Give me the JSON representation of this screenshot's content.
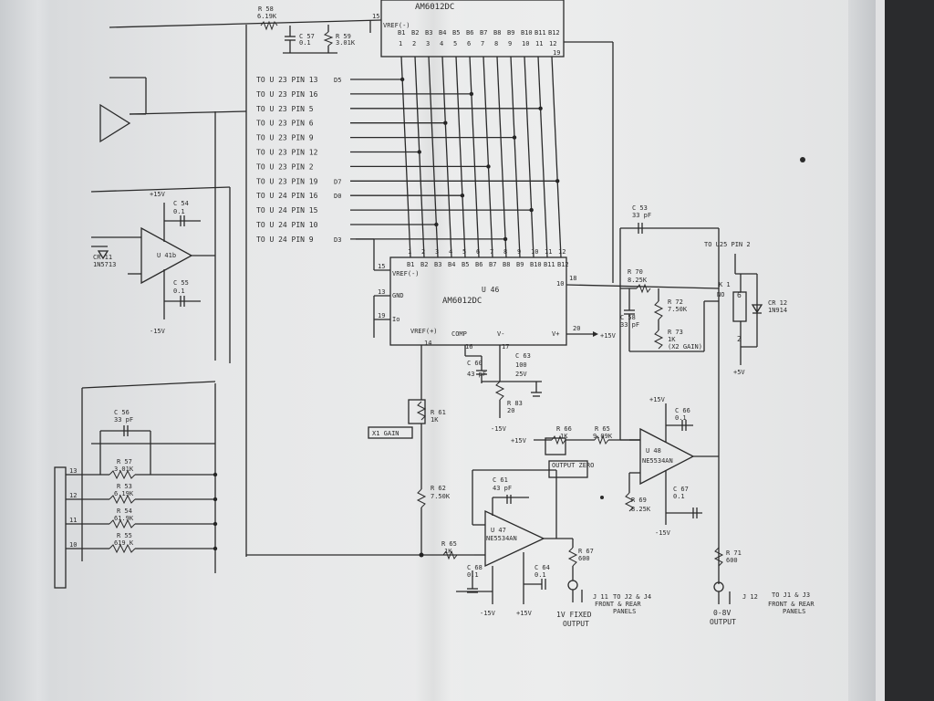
{
  "chip_top": {
    "name": "AM6012DC",
    "vref": "VREF(-)",
    "pin15": "15",
    "pin19": "19",
    "bits": [
      "B1",
      "B2",
      "B3",
      "B4",
      "B5",
      "B6",
      "B7",
      "B8",
      "B9",
      "B10",
      "B11",
      "B12"
    ],
    "pins": [
      "1",
      "2",
      "3",
      "4",
      "5",
      "6",
      "7",
      "8",
      "9",
      "10",
      "11",
      "12"
    ]
  },
  "chip_u46": {
    "ref": "U 46",
    "name": "AM6012DC",
    "vref_minus": "VREF(-)",
    "gnd": "GND",
    "io": "Io",
    "vref_plus": "VREF(+)",
    "comp": "COMP",
    "vminus": "V-",
    "vplus": "V+",
    "pin15": "15",
    "pin13": "13",
    "pin19": "19",
    "pin14": "14",
    "pin16": "16",
    "pin17": "17",
    "pin18": "18",
    "pin20": "20",
    "pin10": "10",
    "bits": [
      "B1",
      "B2",
      "B3",
      "B4",
      "B5",
      "B6",
      "B7",
      "B8",
      "B9",
      "B10",
      "B11",
      "B12"
    ],
    "pins": [
      "1",
      "2",
      "3",
      "4",
      "5",
      "6",
      "7",
      "8",
      "9",
      "10",
      "11",
      "12"
    ]
  },
  "connections": [
    {
      "label": "TO U 23 PIN 13",
      "sig": "D5"
    },
    {
      "label": "TO U 23 PIN 16",
      "sig": ""
    },
    {
      "label": "TO U 23 PIN 5",
      "sig": ""
    },
    {
      "label": "TO U 23 PIN 6",
      "sig": ""
    },
    {
      "label": "TO U 23 PIN 9",
      "sig": ""
    },
    {
      "label": "TO U 23 PIN 12",
      "sig": ""
    },
    {
      "label": "TO U 23 PIN 2",
      "sig": ""
    },
    {
      "label": "TO U 23 PIN 19",
      "sig": "D7"
    },
    {
      "label": "TO U 24 PIN 16",
      "sig": "D0"
    },
    {
      "label": "TO U 24 PIN 15",
      "sig": ""
    },
    {
      "label": "TO U 24 PIN 10",
      "sig": ""
    },
    {
      "label": "TO U 24 PIN 9",
      "sig": "D3"
    }
  ],
  "components": {
    "r58": {
      "ref": "R 58",
      "val": "6.19K"
    },
    "c57": {
      "ref": "C 57",
      "val": "0.1"
    },
    "r59": {
      "ref": "R 59",
      "val": "3.01K"
    },
    "c54": {
      "ref": "C 54",
      "val": "0.1"
    },
    "c55": {
      "ref": "C 55",
      "val": "0.1"
    },
    "u41": {
      "ref": "U 41b"
    },
    "cr11": {
      "ref": "CR 11",
      "val": "1N5713"
    },
    "c56": {
      "ref": "C 56",
      "val": "33 pF"
    },
    "r57": {
      "ref": "R 57",
      "val": "3.01K"
    },
    "r53": {
      "ref": "R 53",
      "val": "6.19K"
    },
    "r54": {
      "ref": "R 54",
      "val": "61.9K"
    },
    "r55": {
      "ref": "R 55",
      "val": "619 K"
    },
    "c53": {
      "ref": "C 53",
      "val": "33 pF"
    },
    "r70": {
      "ref": "R 70",
      "val": "8.25K"
    },
    "r72": {
      "ref": "R 72",
      "val": "7.50K"
    },
    "c58": {
      "ref": "C 58",
      "val": "33 pF"
    },
    "r73": {
      "ref": "R 73",
      "val": "1K",
      "note": "(X2 GAIN)"
    },
    "k1": {
      "ref": "K 1",
      "no": "NO"
    },
    "cr12": {
      "ref": "CR 12",
      "val": "1N914"
    },
    "c60": {
      "ref": "C 60",
      "val": "43 pF"
    },
    "c63": {
      "ref": "C 63",
      "val": "100",
      "v": "25V"
    },
    "r83": {
      "ref": "R 83",
      "val": "20"
    },
    "r61": {
      "ref": "R 61",
      "val": "1K"
    },
    "gain1": "X1 GAIN",
    "r66": {
      "ref": "R 66",
      "val": "1K"
    },
    "r65": {
      "ref": "R 65",
      "val": "9.09K"
    },
    "zero": "OUTPUT ZERO",
    "c66": {
      "ref": "C 66",
      "val": "0.1"
    },
    "u48": {
      "ref": "U 48",
      "val": "NE5534AN"
    },
    "r69": {
      "ref": "R 69",
      "val": "8.25K"
    },
    "c67": {
      "ref": "C 67",
      "val": "0.1"
    },
    "c61": {
      "ref": "C 61",
      "val": "43 pF"
    },
    "r62": {
      "ref": "R 62",
      "val": "7.50K"
    },
    "u47": {
      "ref": "U 47",
      "val": "NE5534AN"
    },
    "r63": {
      "ref": "R 65",
      "val": "1K"
    },
    "r67": {
      "ref": "R 67",
      "val": "600"
    },
    "r71": {
      "ref": "R 71",
      "val": "600"
    },
    "c68": {
      "ref": "C 68",
      "val": "0.1"
    },
    "c64": {
      "ref": "C 64",
      "val": "0.1"
    }
  },
  "supplies": {
    "p15": "+15V",
    "m15": "-15V",
    "p5": "+5V"
  },
  "outputs": {
    "j11": "J 11",
    "j11_to": "TO J2 & J4",
    "j11_panel": "FRONT & REAR",
    "j11_panels": "PANELS",
    "fixed": "1V FIXED",
    "fixed_out": "OUTPUT",
    "j12": "J 12",
    "j12_to": "TO J1 & J3",
    "j12_panel": "FRONT & REAR",
    "j12_panels": "PANELS",
    "var": "0-8V",
    "var_out": "OUTPUT"
  },
  "misc": {
    "to_u25": "TO U25 PIN 2",
    "pin": "PIN"
  }
}
